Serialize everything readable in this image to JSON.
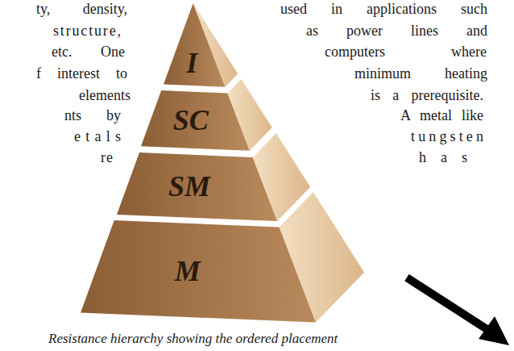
{
  "diagram": {
    "caption": "Resistance hierarchy showing the ordered placement",
    "nodes": [
      {
        "text": [
          "I"
        ]
      },
      {
        "text": [
          "SC"
        ]
      },
      {
        "text": [
          "SM"
        ]
      },
      {
        "text": [
          "M"
        ]
      }
    ],
    "labels": [
      "ty, density,",
      "structure,",
      "etc. One",
      "f interest to",
      "elements",
      "nts by",
      "etals",
      "re",
      "used in applications such",
      "as power lines and",
      "computers where",
      "minimum heating",
      "is a prerequisite.",
      "A metal like",
      "tungsten",
      "has"
    ]
  }
}
